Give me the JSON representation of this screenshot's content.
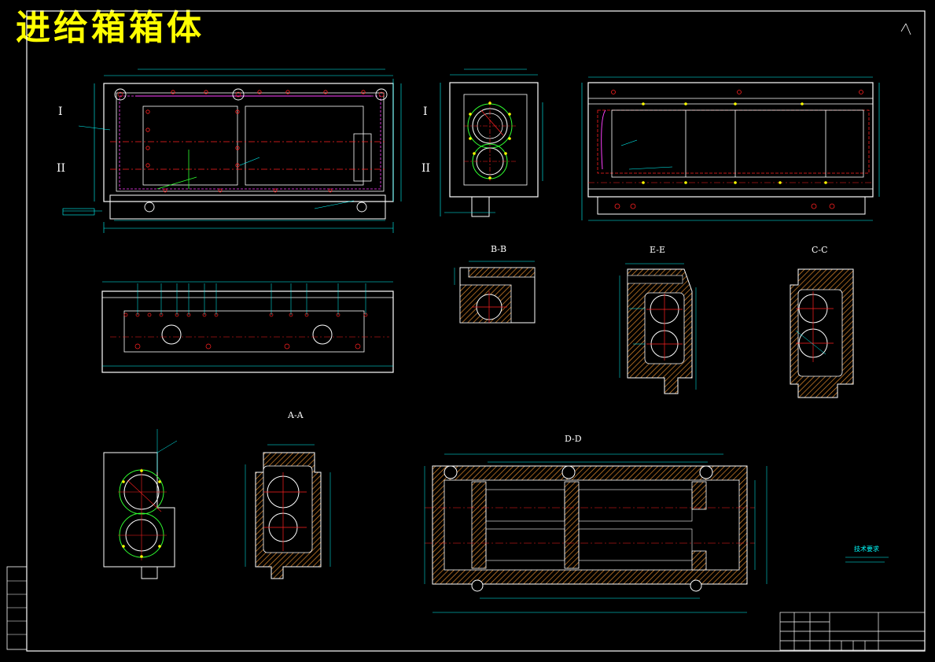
{
  "title": "进给箱箱体",
  "section_labels": {
    "B": "B-B",
    "E": "E-E",
    "C": "C-C",
    "A": "A-A",
    "D": "D-D"
  },
  "view_markers": {
    "I": "I",
    "II": "II"
  },
  "tech_req_heading": "技术要求",
  "colors": {
    "background": "#000000",
    "outline": "#ffffff",
    "dimension": "#00ffff",
    "centerline": "#ff2020",
    "hidden": "#ff40ff",
    "title": "#ffff00",
    "point": "#ffff00",
    "hatch": "#e08a2c",
    "circle_green": "#30ff30"
  }
}
